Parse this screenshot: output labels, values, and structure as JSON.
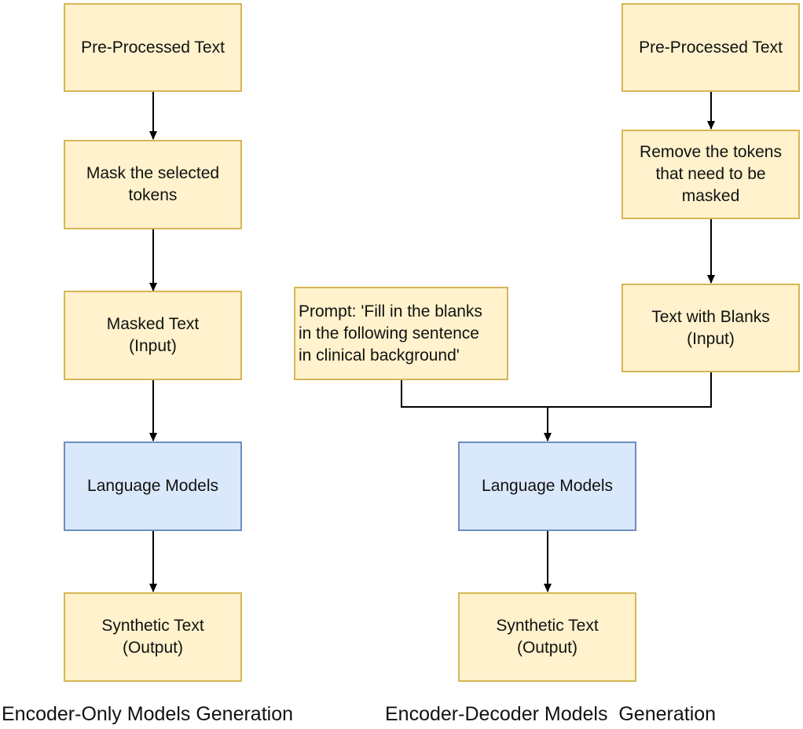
{
  "encoder_only": {
    "preprocessed": "Pre-Processed Text",
    "mask": "Mask the selected\ntokens",
    "masked_text": "Masked Text\n(Input)",
    "language_models": "Language Models",
    "synthetic_text": "Synthetic Text\n(Output)",
    "caption": "Encoder-Only Models Generation"
  },
  "encoder_decoder": {
    "preprocessed": "Pre-Processed Text",
    "remove": "Remove the tokens\nthat need to be\nmasked",
    "text_with_blanks": "Text with Blanks\n(Input)",
    "prompt": "Prompt: 'Fill in the blanks\nin the following sentence\nin clinical background'",
    "language_models": "Language Models",
    "synthetic_text": "Synthetic Text\n(Output)",
    "caption": "Encoder-Decoder Models  Generation"
  },
  "colors": {
    "process_fill": "#fff2cc",
    "process_stroke": "#d6b656",
    "model_fill": "#dae8fc",
    "model_stroke": "#6c8ebf",
    "connector": "#000000"
  }
}
